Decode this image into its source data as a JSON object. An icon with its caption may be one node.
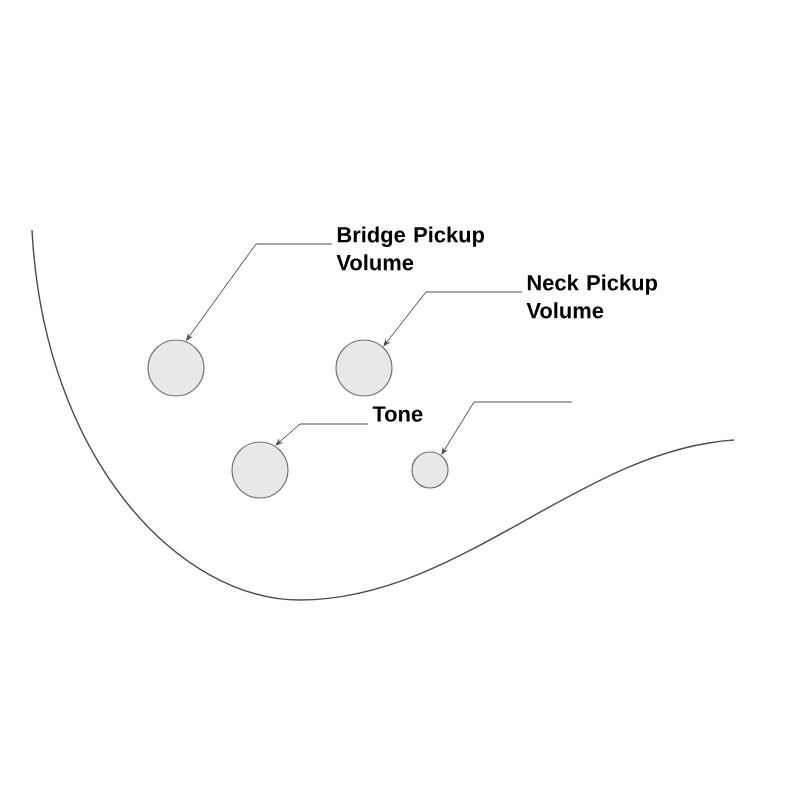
{
  "diagram": {
    "nodes": [
      {
        "text": [
          "Bridge Pickup Volume"
        ]
      },
      {
        "text": [
          "Neck Pickup Volume"
        ]
      },
      {
        "text": [
          "Tone"
        ]
      },
      {
        "text": [],
        "shape": "circle"
      },
      {
        "text": [],
        "shape": "circle"
      },
      {
        "text": [],
        "shape": "circle"
      },
      {
        "text": [],
        "shape": "circle"
      }
    ],
    "edges": [
      {
        "from": 0,
        "to": 3,
        "arrow": "to"
      },
      {
        "from": 1,
        "to": 4,
        "arrow": "to"
      },
      {
        "from": 2,
        "to": 5,
        "arrow": "to"
      },
      {
        "from": null,
        "to": 6,
        "arrow": "to"
      }
    ]
  }
}
